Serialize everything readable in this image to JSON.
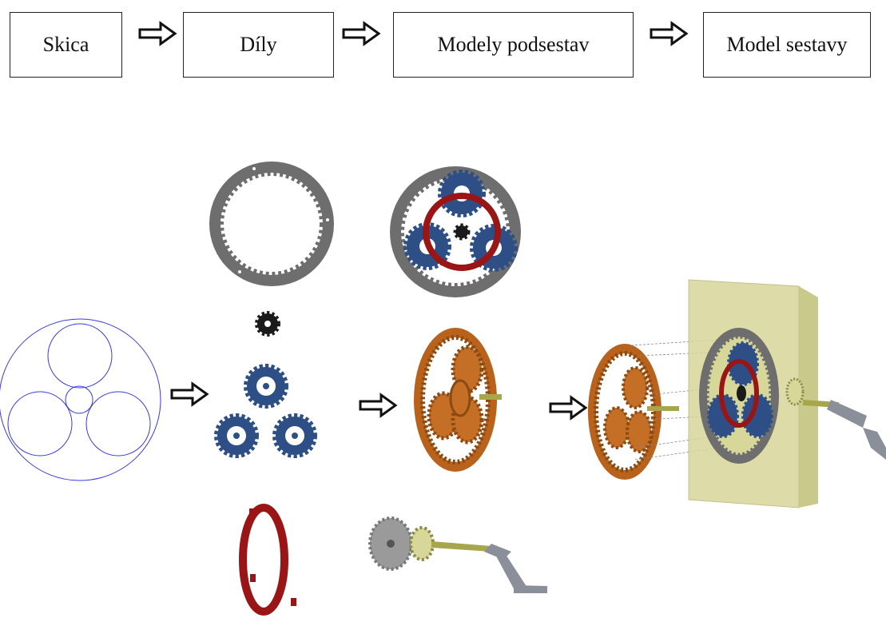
{
  "stages": [
    {
      "label": "Skica"
    },
    {
      "label": "Díly"
    },
    {
      "label": "Modely podsestav"
    },
    {
      "label": "Model sestavy"
    }
  ],
  "colors": {
    "sketch": "#3a3ae0",
    "ring_gear": "#6e6e6e",
    "planet_gear": "#2e4f86",
    "sun_gear": "#1a1a1a",
    "carrier": "#9a1515",
    "bronze_gear": "#b8621c",
    "housing": "#d8d79a",
    "shaft": "#a8a64a",
    "crank": "#8a8f9a"
  }
}
